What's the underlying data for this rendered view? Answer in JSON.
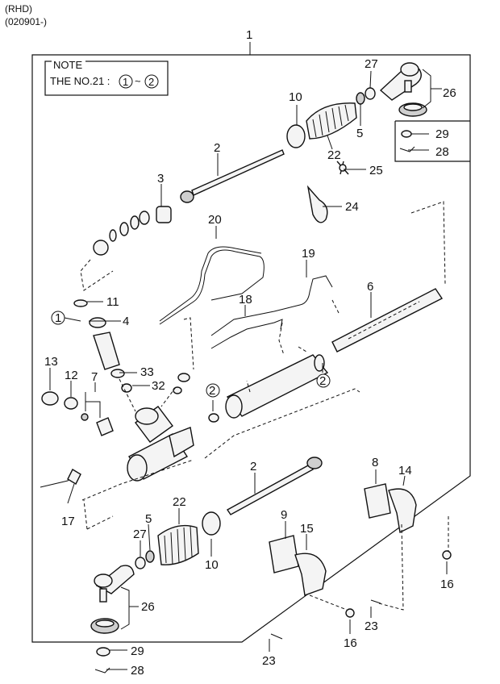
{
  "header": {
    "variant": "(RHD)",
    "date_range": "(020901-)"
  },
  "note": {
    "title": "NOTE",
    "text": "THE NO.21 :",
    "circle_from": "1",
    "tilde": "~",
    "circle_to": "2"
  },
  "callouts": {
    "c1": "1",
    "c2_top": "2",
    "c3": "3",
    "c10_top": "10",
    "c22_top": "22",
    "c5_top": "5",
    "c27_top": "27",
    "c26_top": "26",
    "c29_top": "29",
    "c28_top": "28",
    "c25": "25",
    "c24": "24",
    "c20": "20",
    "c19": "19",
    "c18": "18",
    "c6": "6",
    "c11": "11",
    "c1_circle": "1",
    "c4": "4",
    "c13": "13",
    "c12": "12",
    "c7": "7",
    "c33": "33",
    "c32": "32",
    "c2_circle_a": "2",
    "c2_circle_b": "2",
    "c17": "17",
    "c2_bottom": "2",
    "c8": "8",
    "c14": "14",
    "c22_bottom": "22",
    "c5_bottom": "5",
    "c27_bottom": "27",
    "c10_bottom": "10",
    "c9": "9",
    "c15": "15",
    "c16_right": "16",
    "c26_bottom": "26",
    "c23_right": "23",
    "c16_bottom": "16",
    "c23_bottom": "23",
    "c29_bottom": "29",
    "c28_bottom": "28"
  }
}
